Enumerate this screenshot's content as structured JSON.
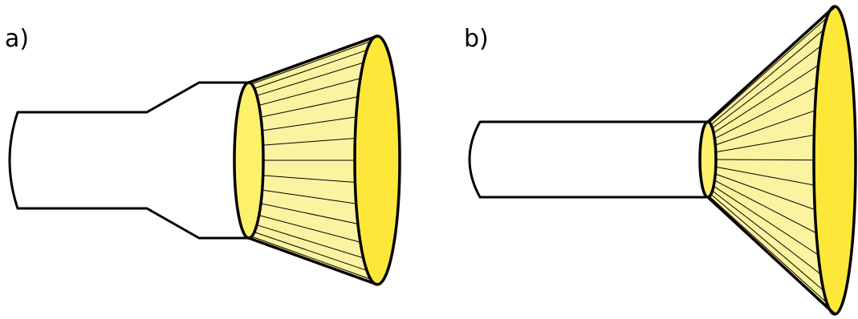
{
  "labels": {
    "panel_a": "a)",
    "panel_b": "b)"
  },
  "colors": {
    "cone_fill": "#fbf3a0",
    "cone_inner": "#fdf06a",
    "mouth_fill": "#fde83a",
    "stroke": "#000000",
    "background": "#ffffff"
  },
  "cone_line_count": 16
}
